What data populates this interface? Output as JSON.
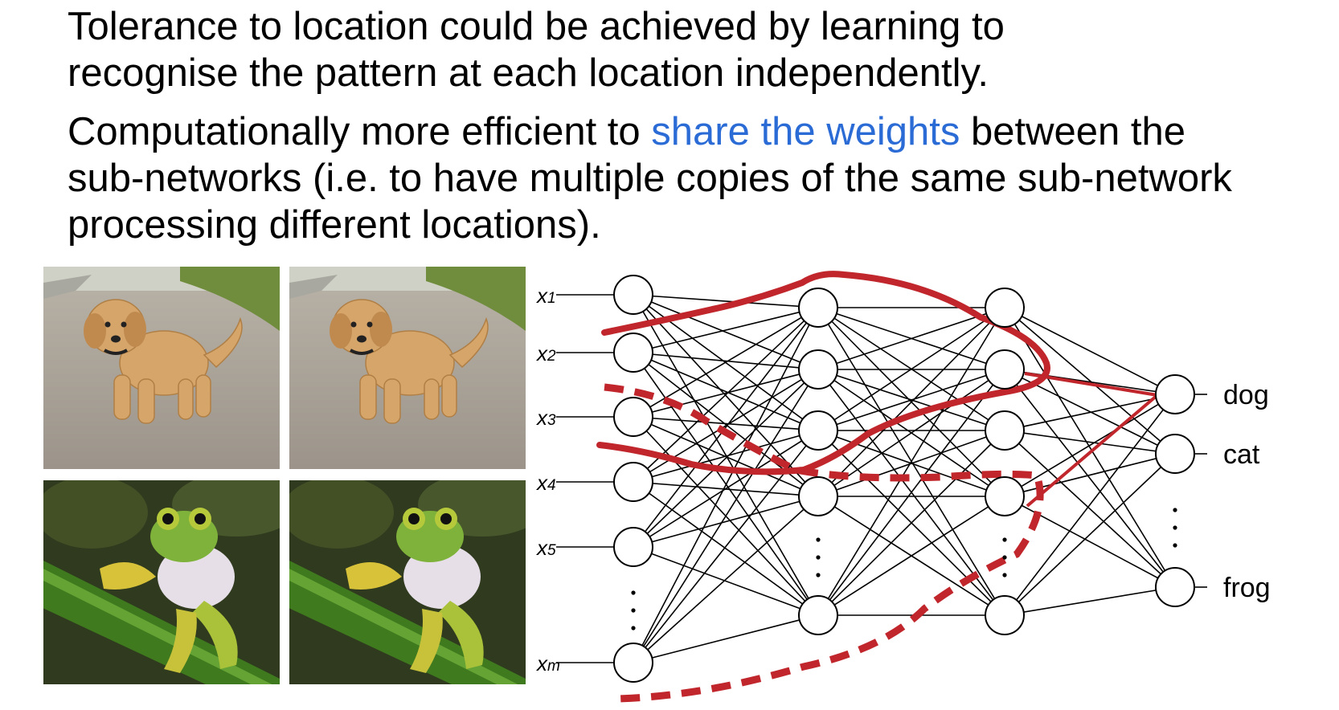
{
  "text": {
    "para1": "Tolerance to location could be achieved by learning to recognise the pattern at each location independently.",
    "para2_before": "Computationally more efficient to ",
    "para2_highlight": "share the weights",
    "para2_after": " between the sub-networks (i.e. to have multiple copies of the same sub-network processing different locations)."
  },
  "colors": {
    "text": "#000000",
    "highlight": "#2a6bd6",
    "red_path": "#c0262b"
  },
  "images": [
    {
      "name": "dog-photo-left",
      "subject": "dog"
    },
    {
      "name": "dog-photo-right",
      "subject": "dog"
    },
    {
      "name": "frog-photo-left",
      "subject": "frog"
    },
    {
      "name": "frog-photo-right",
      "subject": "frog"
    }
  ],
  "network": {
    "inputs": [
      {
        "base": "x",
        "sub": "1"
      },
      {
        "base": "x",
        "sub": "2"
      },
      {
        "base": "x",
        "sub": "3"
      },
      {
        "base": "x",
        "sub": "4"
      },
      {
        "base": "x",
        "sub": "5"
      },
      {
        "base": "x",
        "sub": "m"
      }
    ],
    "layer_sizes": [
      6,
      5,
      5,
      3
    ],
    "outputs": [
      "dog",
      "cat",
      "frog"
    ]
  }
}
